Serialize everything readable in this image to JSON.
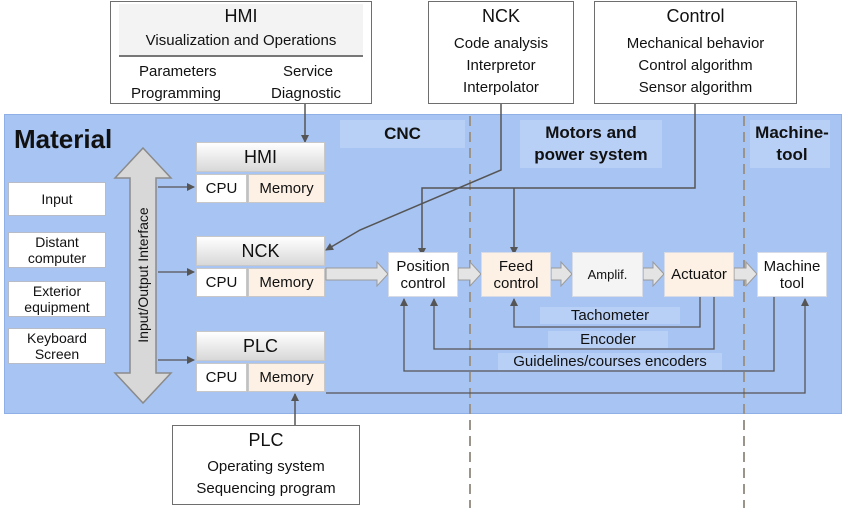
{
  "top_boxes": {
    "hmi": {
      "title": "HMI",
      "subtitle": "Visualization and Operations",
      "left1": "Parameters",
      "left2": "Programming",
      "right1": "Service",
      "right2": "Diagnostic"
    },
    "nck": {
      "title": "NCK",
      "line1": "Code analysis",
      "line2": "Interpretor",
      "line3": "Interpolator"
    },
    "control": {
      "title": "Control",
      "line1": "Mechanical behavior",
      "line2": "Control algorithm",
      "line3": "Sensor algorithm"
    }
  },
  "material": {
    "title": "Material",
    "section_cnc": "CNC",
    "section_motors_1": "Motors and",
    "section_motors_2": "power system",
    "section_machine_1": "Machine-",
    "section_machine_2": "tool"
  },
  "io_interface": "Input/Output Interface",
  "peripherals": {
    "input": "Input",
    "distant_1": "Distant",
    "distant_2": "computer",
    "exterior_1": "Exterior",
    "exterior_2": "equipment",
    "keyboard_1": "Keyboard",
    "keyboard_2": "Screen"
  },
  "units": {
    "hmi": {
      "title": "HMI",
      "cpu": "CPU",
      "memory": "Memory"
    },
    "nck": {
      "title": "NCK",
      "cpu": "CPU",
      "memory": "Memory"
    },
    "plc": {
      "title": "PLC",
      "cpu": "CPU",
      "memory": "Memory"
    }
  },
  "chain": {
    "position_1": "Position",
    "position_2": "control",
    "feed_1": "Feed",
    "feed_2": "control",
    "amplif": "Amplif.",
    "actuator": "Actuator",
    "machine_1": "Machine",
    "machine_2": "tool"
  },
  "feedback": {
    "tachometer": "Tachometer",
    "encoder": "Encoder",
    "guidelines": "Guidelines/courses encoders"
  },
  "bottom_box": {
    "title": "PLC",
    "line1": "Operating system",
    "line2": "Sequencing program"
  }
}
